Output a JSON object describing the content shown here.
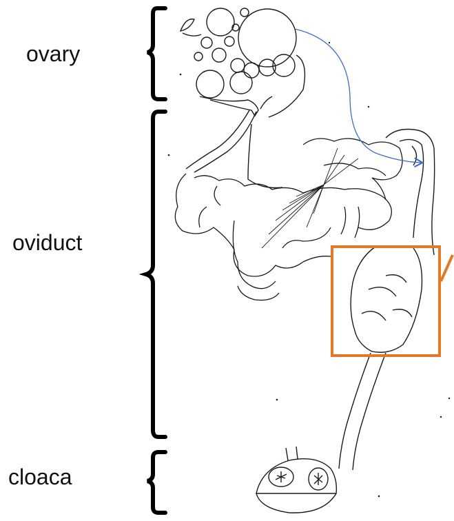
{
  "labels": {
    "ovary": "ovary",
    "oviduct": "oviduct",
    "cloaca": "cloaca"
  },
  "colors": {
    "bracket": "#000000",
    "drawing": "#1a1a1a",
    "arrow": "#3a6fc4",
    "highlight": "#e07a28"
  }
}
